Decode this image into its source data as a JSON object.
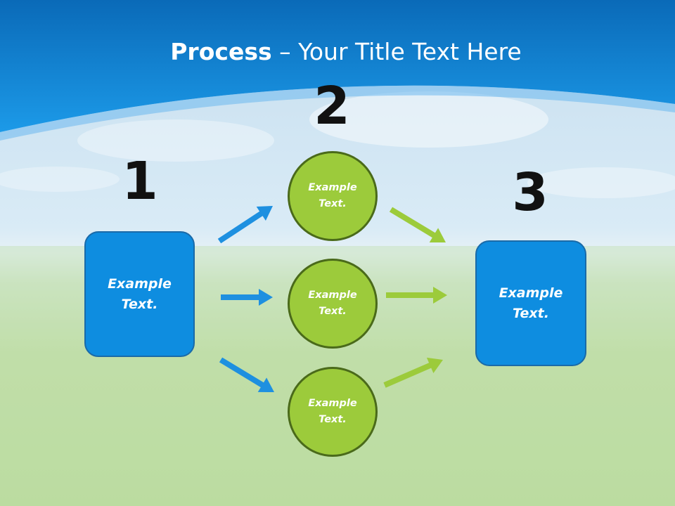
{
  "title": {
    "bold": "Process",
    "rest": " – Your Title Text Here"
  },
  "steps": {
    "one": "1",
    "two": "2",
    "three": "3"
  },
  "left_box": {
    "line1": "Example",
    "line2": "Text."
  },
  "right_box": {
    "line1": "Example",
    "line2": "Text."
  },
  "circles": [
    {
      "line1": "Example",
      "line2": "Text."
    },
    {
      "line1": "Example",
      "line2": "Text."
    },
    {
      "line1": "Example",
      "line2": "Text."
    }
  ],
  "colors": {
    "sky_top": "#0a6fc0",
    "sky_band": "#1f9be8",
    "box_fill": "#0e8de0",
    "circle_fill": "#9ccb3b",
    "circle_border": "#4a6a1a",
    "arrow_blue": "#1e90e0",
    "arrow_green": "#9ccb3b"
  }
}
